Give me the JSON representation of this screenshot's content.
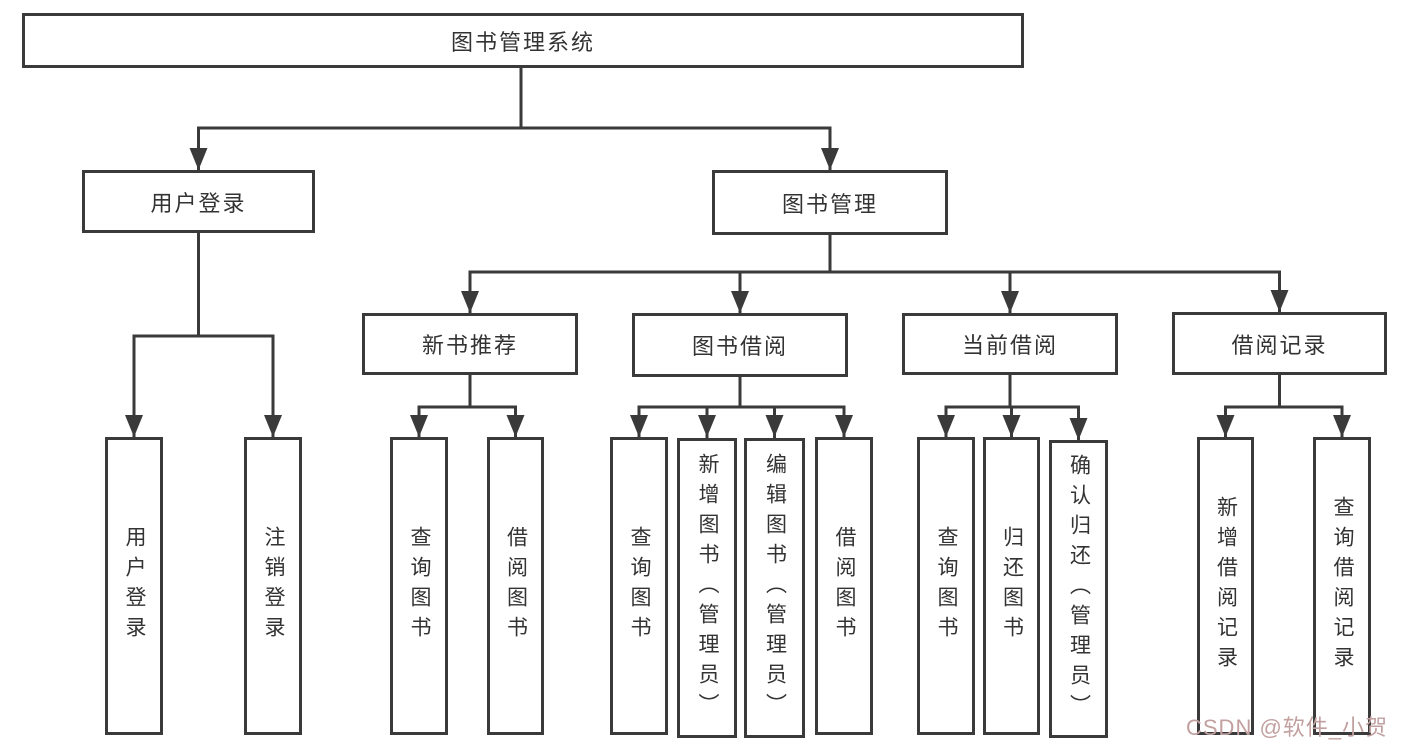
{
  "nodes": [
    {
      "id": "root",
      "label": "图书管理系统"
    },
    {
      "id": "user-login",
      "label": "用户登录"
    },
    {
      "id": "book-mgmt",
      "label": "图书管理"
    },
    {
      "id": "new-books",
      "label": "新书推荐"
    },
    {
      "id": "book-borrow",
      "label": "图书借阅"
    },
    {
      "id": "current-borrow",
      "label": "当前借阅"
    },
    {
      "id": "borrow-records",
      "label": "借阅记录"
    },
    {
      "id": "user-login-leaf",
      "label": "用户登录"
    },
    {
      "id": "logout",
      "label": "注销登录"
    },
    {
      "id": "query-books-1",
      "label": "查询图书"
    },
    {
      "id": "borrow-books-1",
      "label": "借阅图书"
    },
    {
      "id": "query-books-2",
      "label": "查询图书"
    },
    {
      "id": "add-books",
      "label": "新增图书（管理员）"
    },
    {
      "id": "edit-books",
      "label": "编辑图书（管理员）"
    },
    {
      "id": "borrow-books-2",
      "label": "借阅图书"
    },
    {
      "id": "query-books-3",
      "label": "查询图书"
    },
    {
      "id": "return-books",
      "label": "归还图书"
    },
    {
      "id": "confirm-return",
      "label": "确认归还（管理员）"
    },
    {
      "id": "add-borrow-record",
      "label": "新增借阅记录"
    },
    {
      "id": "query-borrow-record",
      "label": "查询借阅记录"
    }
  ],
  "hierarchy": {
    "图书管理系统": {
      "用户登录": [
        "用户登录",
        "注销登录"
      ],
      "图书管理": {
        "新书推荐": [
          "查询图书",
          "借阅图书"
        ],
        "图书借阅": [
          "查询图书",
          "新增图书（管理员）",
          "编辑图书（管理员）",
          "借阅图书"
        ],
        "当前借阅": [
          "查询图书",
          "归还图书",
          "确认归还（管理员）"
        ],
        "借阅记录": [
          "新增借阅记录",
          "查询借阅记录"
        ]
      }
    }
  },
  "watermark": {
    "text": "CSDN @软件_小贺同学"
  },
  "colors": {
    "line": "#3a3a3a",
    "text": "#333333",
    "watermark": "#c2a0a0",
    "background": "#ffffff"
  }
}
